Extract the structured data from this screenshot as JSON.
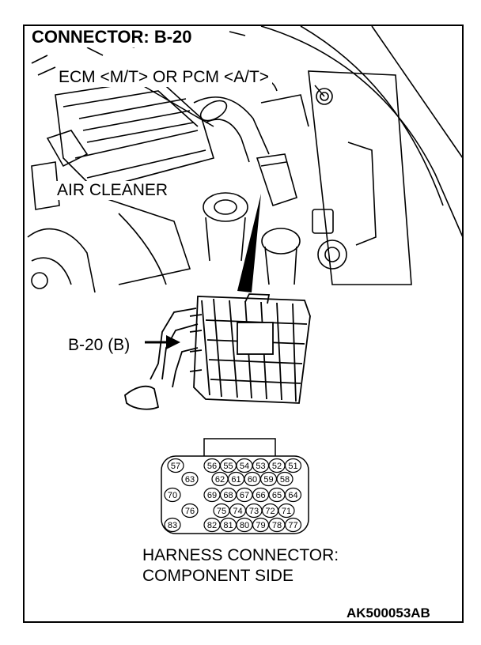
{
  "title": "CONNECTOR: B-20",
  "labels": {
    "ecm": "ECM <M/T> OR PCM <A/T>",
    "air_cleaner": "AIR CLEANER",
    "connector_callout": "B-20 (B)",
    "harness_line1": "HARNESS CONNECTOR:",
    "harness_line2": "COMPONENT SIDE",
    "figure_code": "AK500053AB"
  },
  "pins": {
    "row1_left": "57",
    "row1": [
      "56",
      "55",
      "54",
      "53",
      "52",
      "51"
    ],
    "row2_left": "63",
    "row2": [
      "62",
      "61",
      "60",
      "59",
      "58"
    ],
    "row3_left": "70",
    "row3": [
      "69",
      "68",
      "67",
      "66",
      "65",
      "64"
    ],
    "row4_left": "76",
    "row4": [
      "75",
      "74",
      "73",
      "72",
      "71"
    ],
    "row5_left": "83",
    "row5": [
      "82",
      "81",
      "80",
      "79",
      "78",
      "77"
    ]
  }
}
